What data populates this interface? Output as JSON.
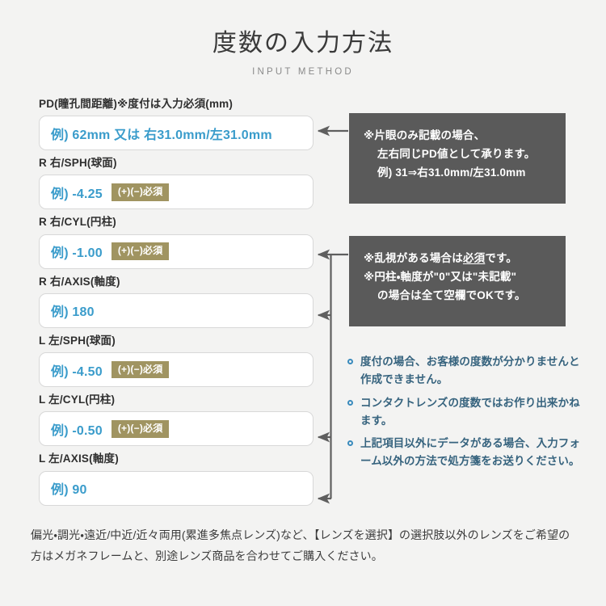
{
  "header": {
    "title_jp": "度数の入力方法",
    "title_en": "INPUT METHOD"
  },
  "form": {
    "fields": [
      {
        "name": "pd",
        "label": "PD(瞳孔間距離)※度付は入力必須(mm)",
        "value": "例) 62mm 又は 右31.0mm/左31.0mm",
        "badge": ""
      },
      {
        "name": "r-sph",
        "label": "R 右/SPH(球面)",
        "value": "例) -4.25",
        "badge": "(+)(−)必須"
      },
      {
        "name": "r-cyl",
        "label": "R 右/CYL(円柱)",
        "value": "例) -1.00",
        "badge": "(+)(−)必須"
      },
      {
        "name": "r-axis",
        "label": "R 右/AXIS(軸度)",
        "value": "例) 180",
        "badge": ""
      },
      {
        "name": "l-sph",
        "label": "L 左/SPH(球面)",
        "value": "例) -4.50",
        "badge": "(+)(−)必須"
      },
      {
        "name": "l-cyl",
        "label": "L 左/CYL(円柱)",
        "value": "例) -0.50",
        "badge": "(+)(−)必須"
      },
      {
        "name": "l-axis",
        "label": "L 左/AXIS(軸度)",
        "value": "例) 90",
        "badge": ""
      }
    ]
  },
  "notes": {
    "pd_box": {
      "line1": "※片眼のみ記載の場合、",
      "line2": "左右同じPD値として承ります。",
      "line3": "例) 31⇒右31.0mm/左31.0mm"
    },
    "cyl_box": {
      "line1_pre": "※乱視がある場合は",
      "line1_underline": "必須",
      "line1_post": "です。",
      "line2": "※円柱・軸度が\"0\"又は\"未記載\"",
      "line3": "の場合は全て空欄でOKです。"
    }
  },
  "bullets": [
    "度付の場合、お客様の度数が分かりませんと作成できません。",
    "コンタクトレンズの度数ではお作り出来かねます。",
    "上記項目以外にデータがある場合、入力フォーム以外の方法で処方箋をお送りください。"
  ],
  "footer": {
    "text": "偏光・調光・遠近/中近/近々両用(累進多焦点レンズ)など、【レンズを選択】の選択肢以外のレンズをご希望の方はメガネフレームと、別途レンズ商品を合わせてご購入ください。"
  },
  "colors": {
    "page_background": "#f3f3f2",
    "input_value": "#3a9ccb",
    "badge_background": "#a09461",
    "note_background": "#5a5a5a",
    "bullet_text": "#36637e",
    "bullet_marker": "#3a8bbd",
    "connector": "#5f5f5f"
  }
}
